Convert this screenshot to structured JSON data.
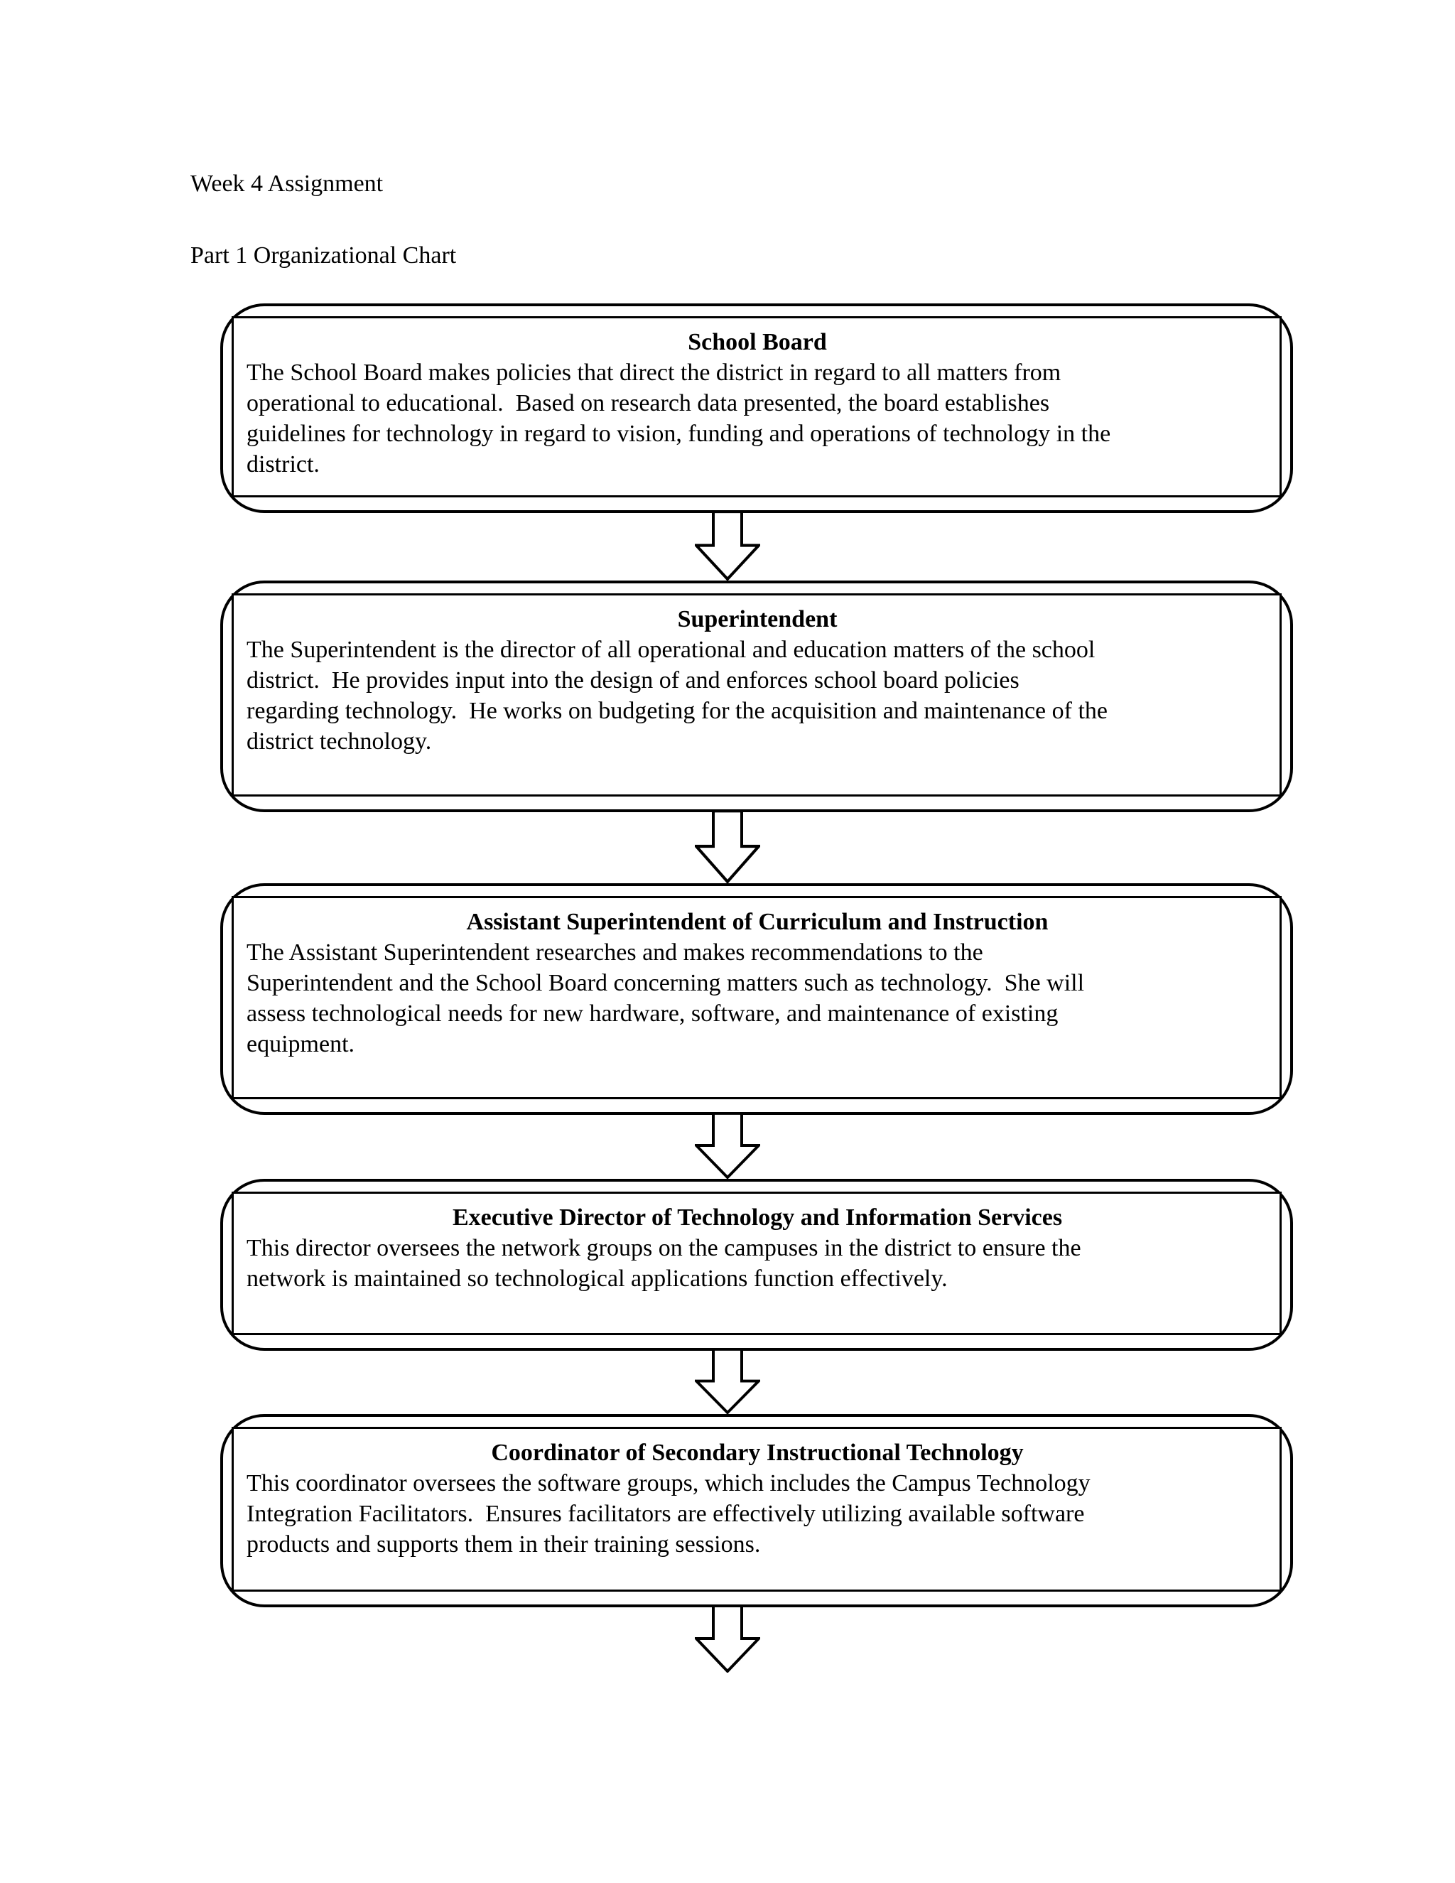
{
  "page": {
    "title_line": "Week 4 Assignment",
    "subtitle_line": "Part 1 Organizational Chart"
  },
  "colors": {
    "ink": "#000000",
    "paper": "#ffffff"
  },
  "icons": {
    "flow_connector": "down-arrow"
  },
  "org_chart": {
    "type": "flowchart-top-down",
    "nodes": [
      {
        "title": "School Board",
        "body_lines": [
          "The School Board makes policies that direct the district in regard to all matters from",
          "operational to educational.  Based on research data presented, the board establishes",
          "guidelines for technology in regard to vision, funding and operations of technology in the",
          "district."
        ]
      },
      {
        "title": "Superintendent",
        "body_lines": [
          "The Superintendent is the director of all operational and education matters of the school",
          "district.  He provides input into the design of and enforces school board policies",
          "regarding technology.  He works on budgeting for the acquisition and maintenance of the",
          "district technology."
        ]
      },
      {
        "title": "Assistant Superintendent of Curriculum and Instruction",
        "body_lines": [
          "The Assistant Superintendent researches and makes recommendations to the",
          "Superintendent and the School Board concerning matters such as technology.  She will",
          "assess technological needs for new hardware, software, and maintenance of existing",
          "equipment."
        ]
      },
      {
        "title": "Executive Director of Technology and Information Services",
        "body_lines": [
          "This director oversees the network groups on the campuses in the district to ensure the",
          "network is maintained so technological applications function effectively."
        ]
      },
      {
        "title": "Coordinator of Secondary Instructional Technology",
        "body_lines": [
          "This coordinator oversees the software groups, which includes the Campus Technology",
          "Integration Facilitators.  Ensures facilitators are effectively utilizing available software",
          "products and supports them in their training sessions."
        ]
      }
    ]
  }
}
